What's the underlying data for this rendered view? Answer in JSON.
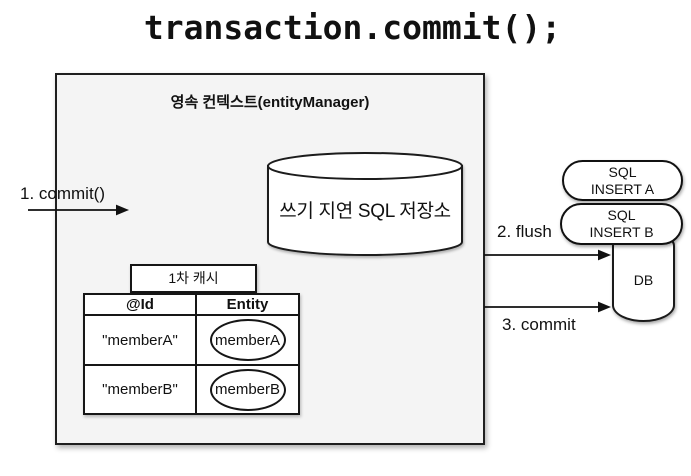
{
  "title": "transaction.commit();",
  "persistence_context": {
    "label": "영속 컨텍스트(entityManager)",
    "sql_store_label": "쓰기 지연 SQL 저장소",
    "cache": {
      "label": "1차 캐시",
      "columns": [
        "@Id",
        "Entity"
      ],
      "rows": [
        {
          "id": "\"memberA\"",
          "entity": "memberA"
        },
        {
          "id": "\"memberB\"",
          "entity": "memberB"
        }
      ]
    }
  },
  "flow": {
    "step1": "1. commit()",
    "step2": "2. flush",
    "step3": "3. commit"
  },
  "database": {
    "label": "DB",
    "pending_sql": [
      {
        "line1": "SQL",
        "line2": "INSERT A"
      },
      {
        "line1": "SQL",
        "line2": "INSERT B"
      }
    ]
  },
  "colors": {
    "context_fill": "#f4f4f4",
    "stroke": "#1a1a1a",
    "background": "#ffffff",
    "text": "#111111"
  }
}
